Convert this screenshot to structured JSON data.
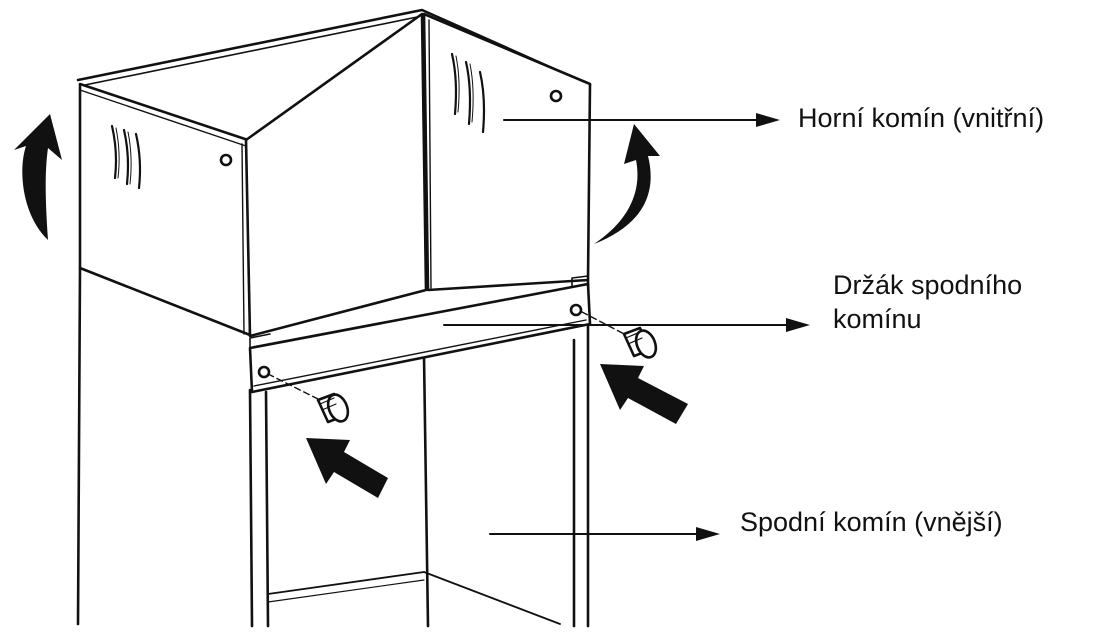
{
  "labels": {
    "upper_chimney": "Horní komín (vnitřní)",
    "bracket_line1": "Držák spodního",
    "bracket_line2": "komínu",
    "lower_chimney": "Spodní komín (vnější)"
  },
  "colors": {
    "line": "#111111",
    "background": "#ffffff"
  }
}
